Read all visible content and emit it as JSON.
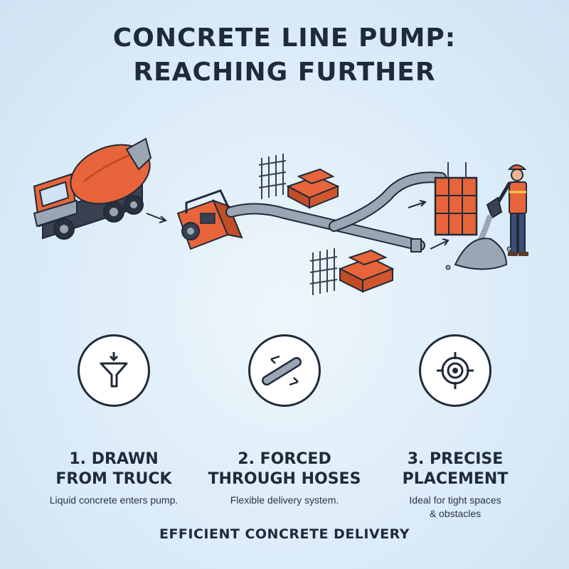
{
  "title": {
    "line1": "CONCRETE LINE PUMP:",
    "line2": "REACHING FURTHER"
  },
  "illustration": {
    "items": [
      "concrete-mixer-truck",
      "line-pump",
      "delivery-hose",
      "brick-stack",
      "rebar-cage",
      "formwork",
      "construction-worker",
      "concrete-pile"
    ]
  },
  "steps": [
    {
      "icon": "funnel-icon",
      "line1": "1. DRAWN",
      "line2": "FROM TRUCK",
      "desc": "Liquid concrete enters pump."
    },
    {
      "icon": "hose-flow-icon",
      "line1": "2. FORCED",
      "line2": "THROUGH HOSES",
      "desc": "Flexible delivery system."
    },
    {
      "icon": "target-icon",
      "line1": "3. PRECISE",
      "line2": "PLACEMENT",
      "desc_line1": "Ideal for tight spaces",
      "desc_line2": "& obstacles"
    }
  ],
  "footer": "EFFICIENT CONCRETE DELIVERY",
  "colors": {
    "accent": "#e8643a",
    "ink": "#1f2a3a",
    "pipe": "#9aa6b4",
    "background": "#dcecf8"
  }
}
